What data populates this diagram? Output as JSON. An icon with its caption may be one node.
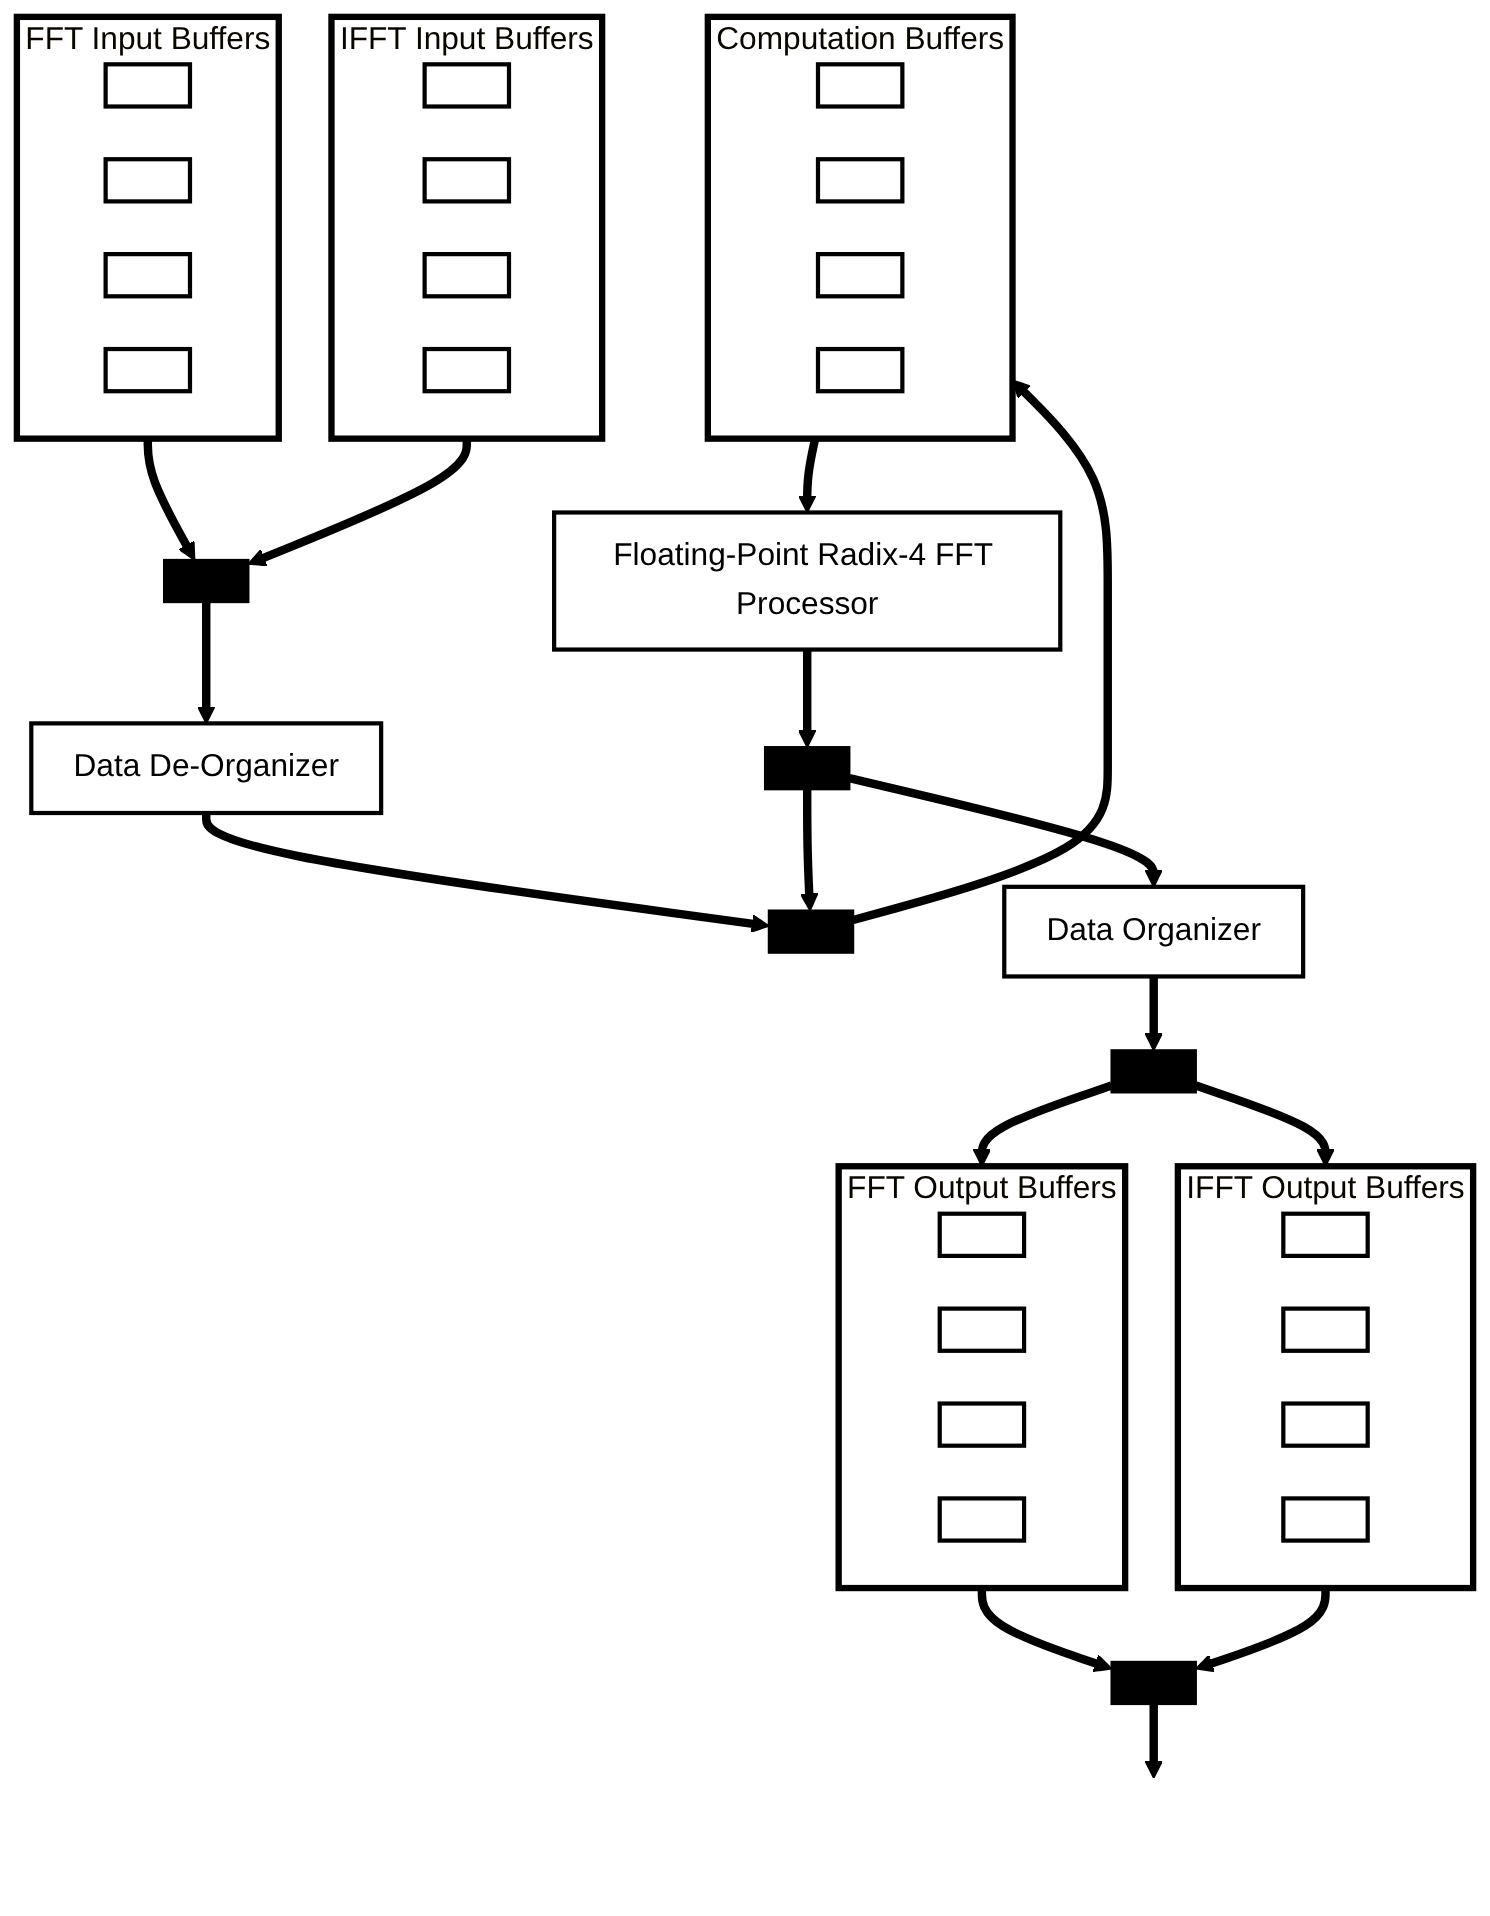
{
  "diagram": {
    "nodes": [
      {
        "text": [
          "FFT Input Buffers"
        ]
      },
      {
        "text": [],
        "shape": "box",
        "in": 0
      },
      {
        "text": [],
        "shape": "box",
        "in": 0
      },
      {
        "text": [],
        "shape": "box",
        "in": 0
      },
      {
        "text": [],
        "shape": "box",
        "in": 0
      },
      {
        "text": [
          "IFFT Input Buffers"
        ]
      },
      {
        "text": [],
        "shape": "box",
        "in": 5
      },
      {
        "text": [],
        "shape": "box",
        "in": 5
      },
      {
        "text": [],
        "shape": "box",
        "in": 5
      },
      {
        "text": [],
        "shape": "box",
        "in": 5
      },
      {
        "text": [],
        "shape": "bar"
      },
      {
        "text": [
          "Data De-Organizer"
        ]
      },
      {
        "text": [],
        "shape": "bar"
      },
      {
        "text": [
          "Computation Buffers"
        ]
      },
      {
        "text": [],
        "shape": "box",
        "in": 13
      },
      {
        "text": [],
        "shape": "box",
        "in": 13
      },
      {
        "text": [],
        "shape": "box",
        "in": 13
      },
      {
        "text": [],
        "shape": "box",
        "in": 13
      },
      {
        "text": [
          "Floating-Point Radix-4 FFT Processor"
        ]
      },
      {
        "text": [],
        "shape": "bar"
      },
      {
        "text": [
          "Data Organizer"
        ]
      },
      {
        "text": [],
        "shape": "bar"
      },
      {
        "text": [
          "FFT Output Buffers"
        ]
      },
      {
        "text": [],
        "shape": "box",
        "in": 22
      },
      {
        "text": [],
        "shape": "box",
        "in": 22
      },
      {
        "text": [],
        "shape": "box",
        "in": 22
      },
      {
        "text": [],
        "shape": "box",
        "in": 22
      },
      {
        "text": [
          "IFFT Output Buffers"
        ]
      },
      {
        "text": [],
        "shape": "box",
        "in": 27
      },
      {
        "text": [],
        "shape": "box",
        "in": 27
      },
      {
        "text": [],
        "shape": "box",
        "in": 27
      },
      {
        "text": [],
        "shape": "box",
        "in": 27
      },
      {
        "text": [],
        "shape": "bar"
      }
    ],
    "edges": [
      {
        "from": 0,
        "to": 10,
        "arrow": "to"
      },
      {
        "from": 5,
        "to": 10,
        "arrow": "to"
      },
      {
        "from": 10,
        "to": 11,
        "arrow": "to"
      },
      {
        "from": 11,
        "to": 12,
        "arrow": "to"
      },
      {
        "from": 12,
        "to": 13,
        "arrow": "to"
      },
      {
        "from": 13,
        "to": 18,
        "arrow": "to"
      },
      {
        "from": 18,
        "to": 19,
        "arrow": "to"
      },
      {
        "from": 19,
        "to": 20,
        "arrow": "to"
      },
      {
        "from": 19,
        "to": 12,
        "arrow": "to"
      },
      {
        "from": 20,
        "to": 21,
        "arrow": "to"
      },
      {
        "from": 21,
        "to": 22,
        "arrow": "to"
      },
      {
        "from": 21,
        "to": 27,
        "arrow": "to"
      },
      {
        "from": 22,
        "to": 32,
        "arrow": "to"
      },
      {
        "from": 27,
        "to": 32,
        "arrow": "to"
      },
      {
        "from": 32,
        "to": null,
        "arrow": "to"
      }
    ]
  }
}
